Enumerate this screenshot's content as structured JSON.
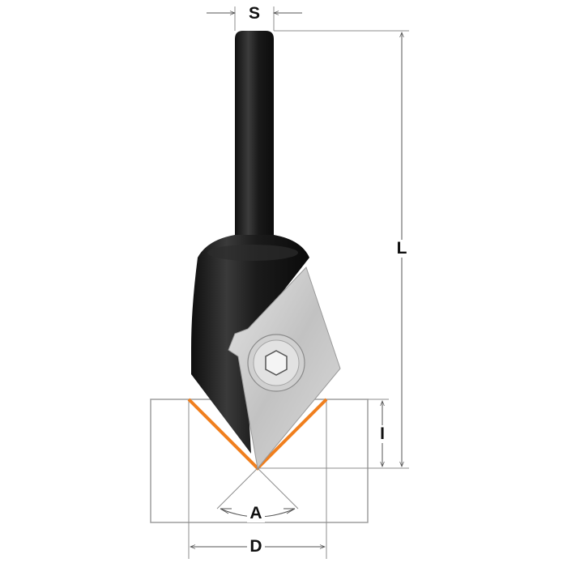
{
  "labels": {
    "shank_diameter": "S",
    "total_length": "L",
    "cutting_depth": "I",
    "angle": "A",
    "cutting_diameter": "D"
  },
  "colors": {
    "body": "#1b1b1b",
    "body_highlight": "#4a4a4a",
    "insert": "#c9c9c9",
    "insert_edge": "#9a9a9a",
    "cut_profile": "#f07f1e",
    "lines": "#8c8c8c",
    "workpiece": "#9e9e9e"
  }
}
